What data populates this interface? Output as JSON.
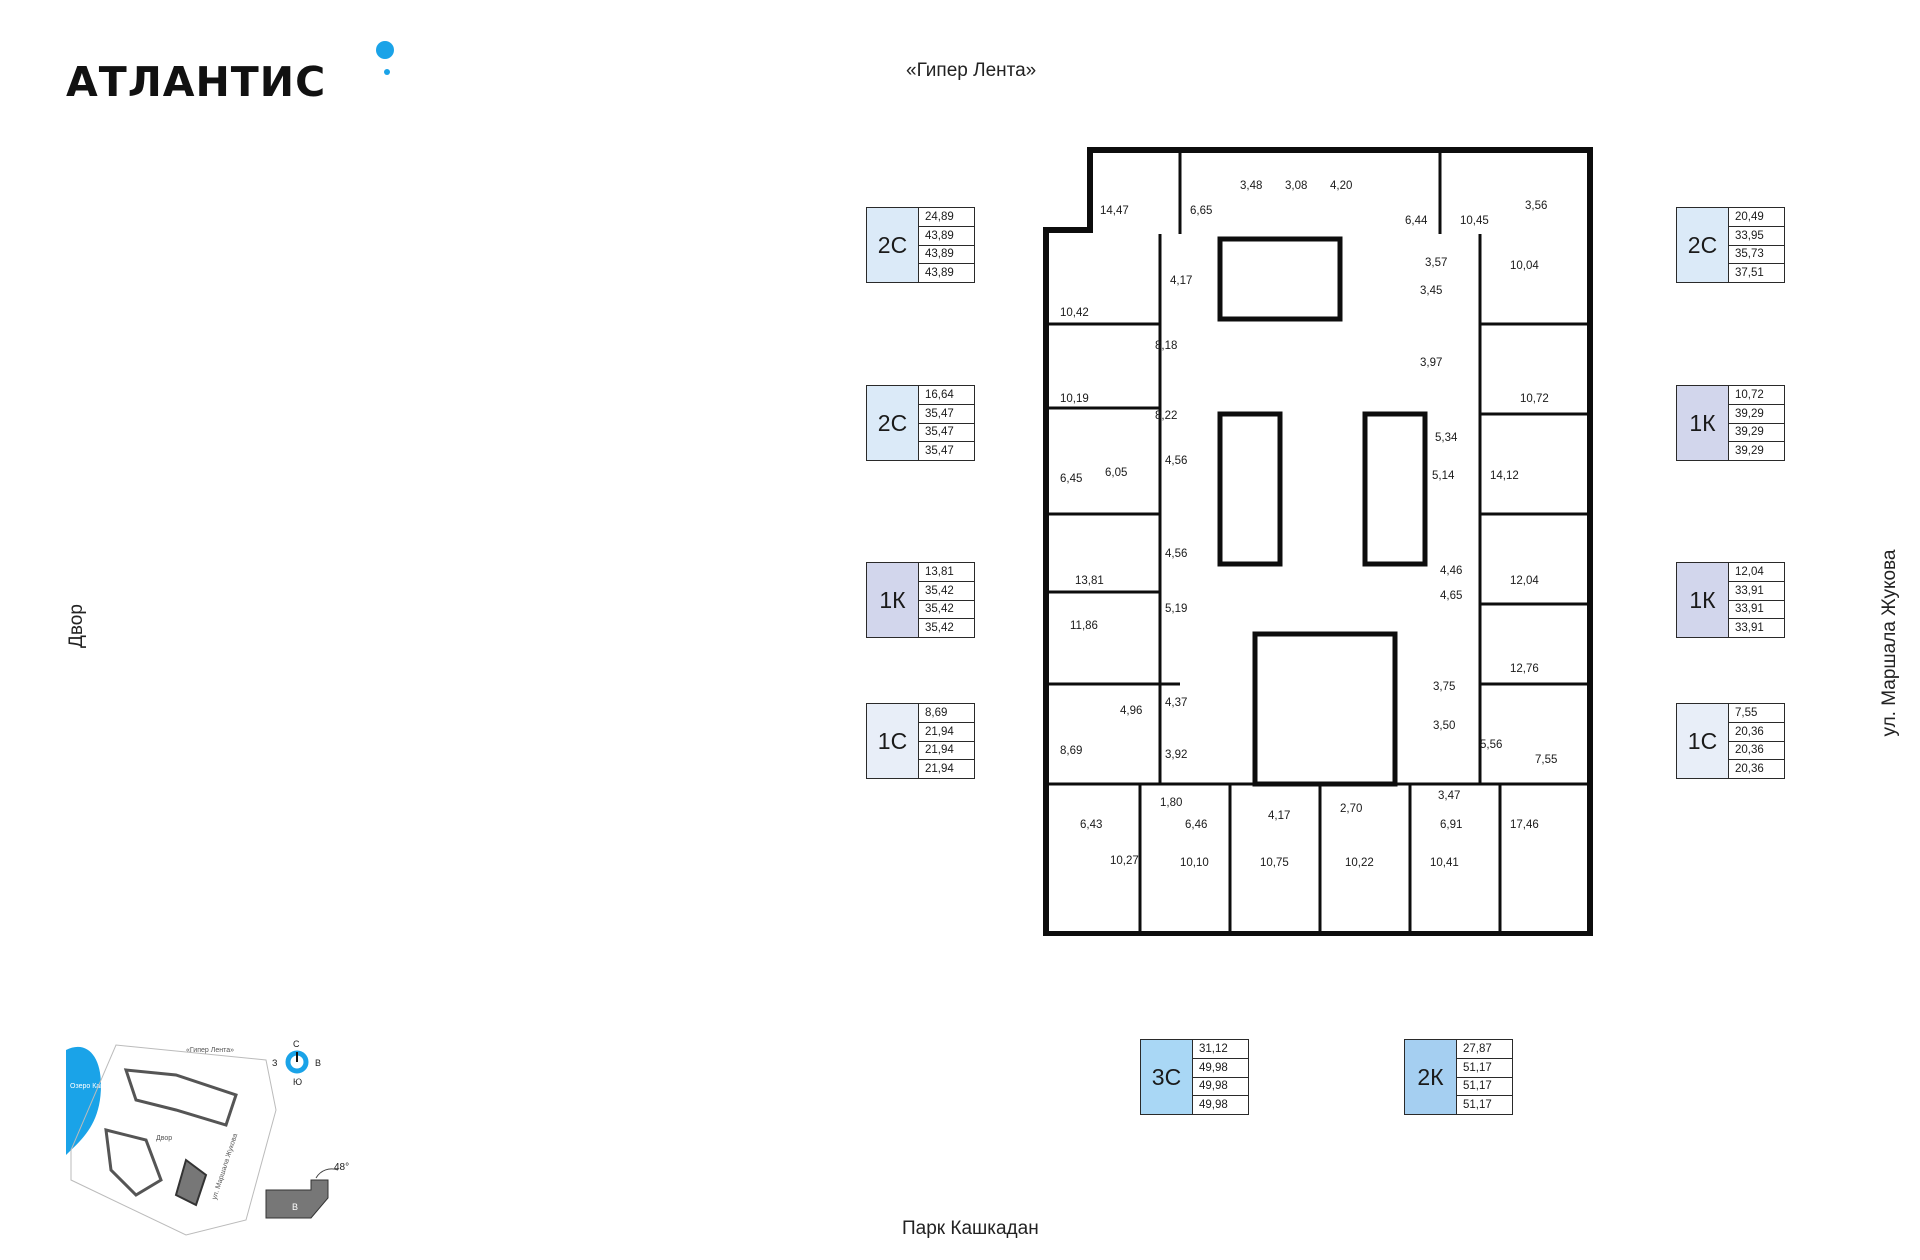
{
  "brand": {
    "logo_text": "АТЛАНТИС",
    "accent": "#1aa3e8"
  },
  "streets": {
    "top": "«Гипер Лента»",
    "bottom": "Парк Кашкадан",
    "left": "Двор",
    "right": "ул. Маршала Жукова"
  },
  "colors": {
    "studio": "#dbeaf8",
    "one_room": "#d2d6ec",
    "three_studio": "#a9d7f5",
    "two_room": "#a5cff1",
    "plan_wall": "#0d0d0d"
  },
  "apartments": [
    {
      "type": "2С",
      "values": [
        "24,89",
        "43,89",
        "43,89",
        "43,89"
      ],
      "color": "#dbeaf8"
    },
    {
      "type": "2С",
      "values": [
        "16,64",
        "35,47",
        "35,47",
        "35,47"
      ],
      "color": "#dbeaf8"
    },
    {
      "type": "1К",
      "values": [
        "13,81",
        "35,42",
        "35,42",
        "35,42"
      ],
      "color": "#d2d6ec"
    },
    {
      "type": "1С",
      "values": [
        "8,69",
        "21,94",
        "21,94",
        "21,94"
      ],
      "color": "#e8eef8"
    },
    {
      "type": "2С",
      "values": [
        "20,49",
        "33,95",
        "35,73",
        "37,51"
      ],
      "color": "#dbeaf8"
    },
    {
      "type": "1К",
      "values": [
        "10,72",
        "39,29",
        "39,29",
        "39,29"
      ],
      "color": "#d2d6ec"
    },
    {
      "type": "1К",
      "values": [
        "12,04",
        "33,91",
        "33,91",
        "33,91"
      ],
      "color": "#d2d6ec"
    },
    {
      "type": "1С",
      "values": [
        "7,55",
        "20,36",
        "20,36",
        "20,36"
      ],
      "color": "#e8eef8"
    },
    {
      "type": "3С",
      "values": [
        "31,12",
        "49,98",
        "49,98",
        "49,98"
      ],
      "color": "#a9d7f5"
    },
    {
      "type": "2К",
      "values": [
        "27,87",
        "51,17",
        "51,17",
        "51,17"
      ],
      "color": "#a5cff1"
    }
  ],
  "rooms": [
    "14,47",
    "6,65",
    "3,48",
    "3,08",
    "4,20",
    "6,44",
    "10,45",
    "3,56",
    "3,57",
    "10,04",
    "10,42",
    "4,17",
    "8,18",
    "3,45",
    "3,97",
    "10,19",
    "10,72",
    "8,22",
    "5,34",
    "6,45",
    "6,05",
    "4,56",
    "5,14",
    "14,12",
    "4,56",
    "13,81",
    "4,46",
    "12,04",
    "5,19",
    "4,65",
    "11,86",
    "12,76",
    "4,96",
    "4,37",
    "3,75",
    "8,69",
    "3,92",
    "3,50",
    "5,56",
    "7,55",
    "1,80",
    "3,47",
    "6,43",
    "6,46",
    "4,17",
    "2,70",
    "6,91",
    "17,46",
    "10,27",
    "10,10",
    "10,75",
    "10,22",
    "10,41"
  ],
  "compass": {
    "north": "С",
    "south": "Ю",
    "west": "З",
    "east": "В",
    "angle": "48°"
  },
  "minimap": {
    "lake": "Озеро Кашкадан",
    "road_top": "«Гипер Лента»",
    "yard": "Двор",
    "street": "ул. Маршала Жукова",
    "building": "В"
  }
}
